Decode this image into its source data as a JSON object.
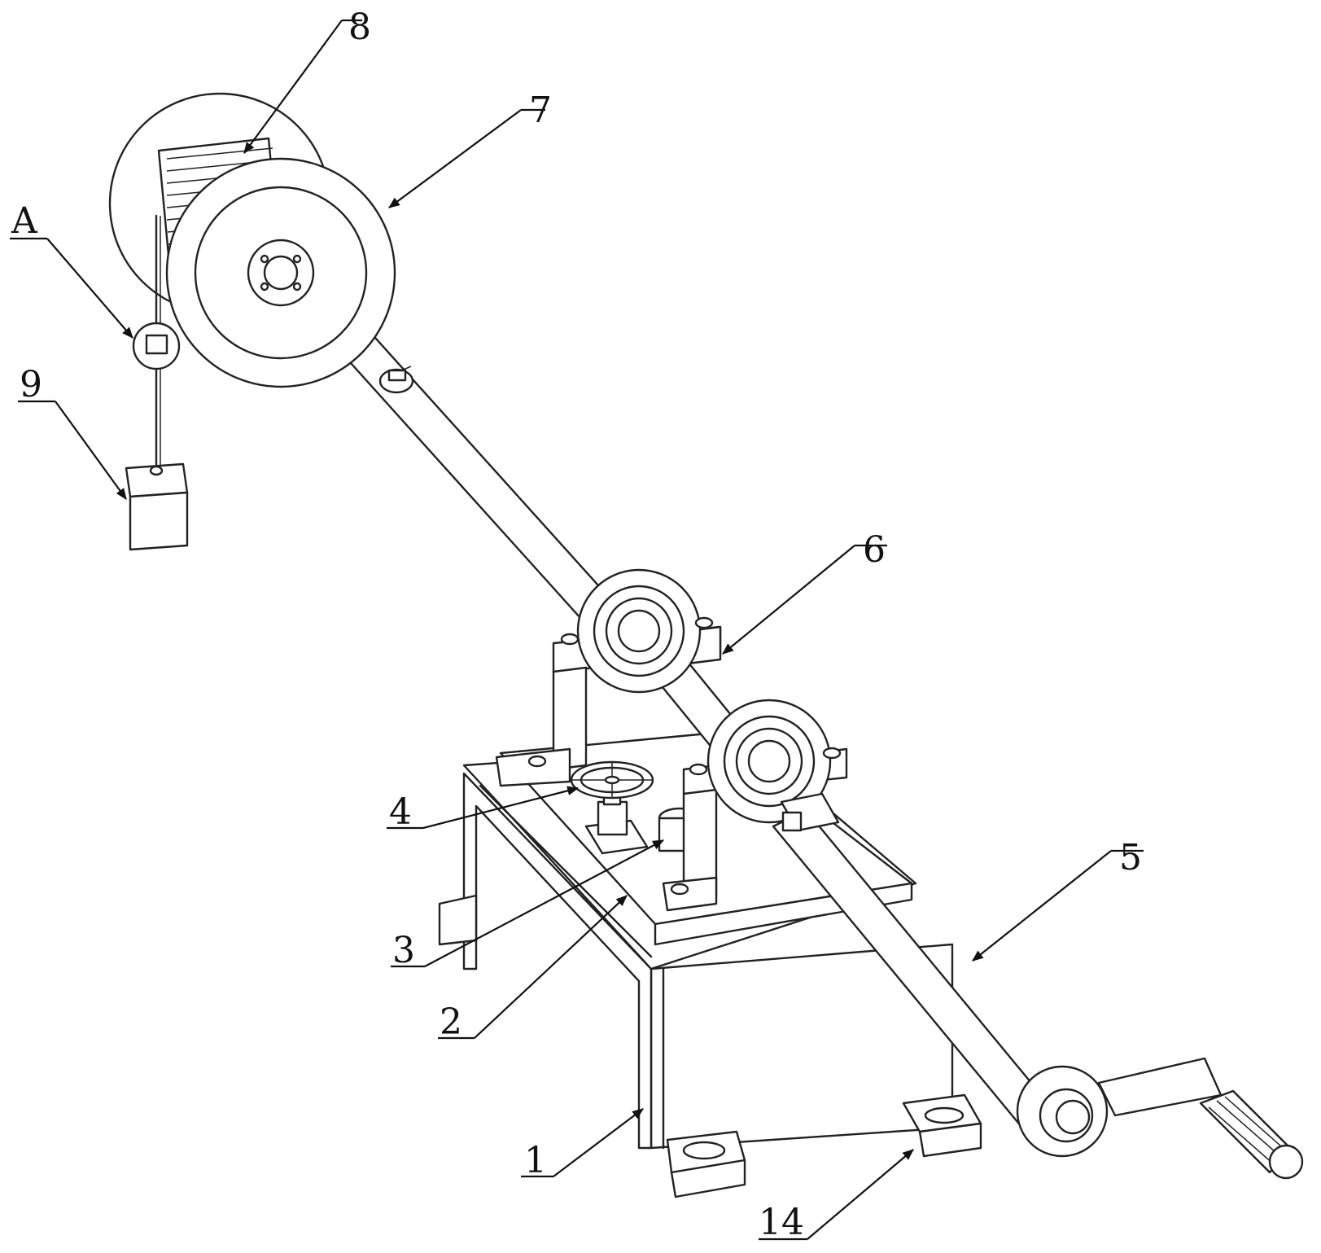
{
  "callouts": {
    "c8": "8",
    "c7": "7",
    "cA": "A",
    "c9": "9",
    "c6": "6",
    "c4": "4",
    "c5": "5",
    "c3": "3",
    "c2": "2",
    "c1": "1",
    "c14": "14"
  },
  "colors": {
    "ink": "#222222",
    "paper": "#ffffff"
  }
}
